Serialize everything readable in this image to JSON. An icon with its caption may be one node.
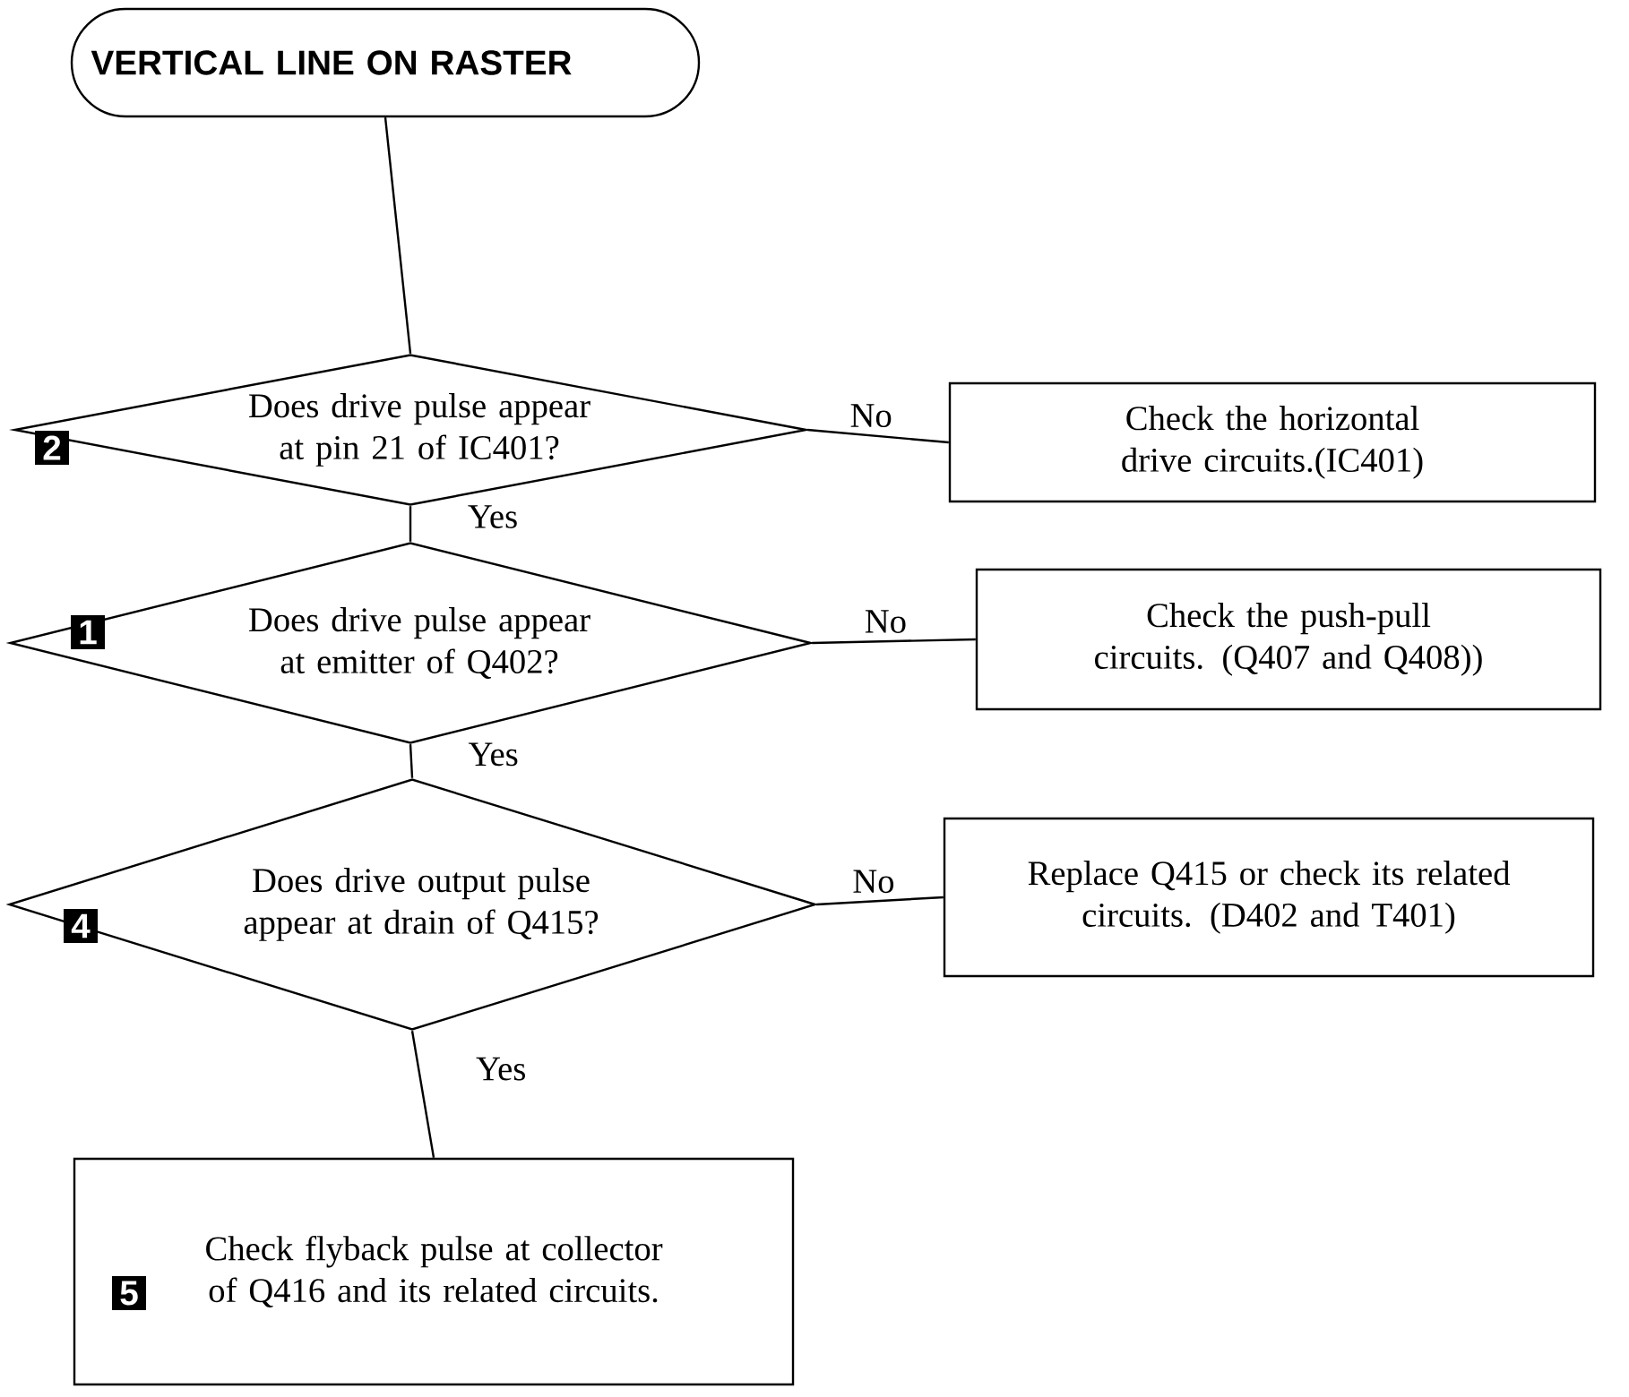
{
  "diagram": {
    "nodes": [
      {
        "text": [
          "VERTICAL LINE ON RASTER"
        ]
      },
      {
        "text": [
          "2",
          "Does drive pulse appear at pin 21 of IC401?"
        ]
      },
      {
        "text": [
          "Check the horizontal drive circuits.(IC401)"
        ]
      },
      {
        "text": [
          "1",
          "Does drive pulse appear at emitter of Q402?"
        ]
      },
      {
        "text": [
          "Check the push-pull circuits. (Q407 and Q408))"
        ]
      },
      {
        "text": [
          "4",
          "Does drive output pulse appear at drain of Q415?"
        ]
      },
      {
        "text": [
          "Replace Q415 or check its related circuits. (D402 and T401)"
        ]
      },
      {
        "text": [
          "5",
          "Check flyback pulse at collector of Q416 and its related circuits."
        ]
      }
    ],
    "edges": [
      {
        "from": 0,
        "to": 1,
        "arrow": "none"
      },
      {
        "from": 1,
        "to": 2,
        "arrow": "none",
        "label": "No"
      },
      {
        "from": 1,
        "to": 3,
        "arrow": "none",
        "label": "Yes"
      },
      {
        "from": 3,
        "to": 4,
        "arrow": "none",
        "label": "No"
      },
      {
        "from": 3,
        "to": 5,
        "arrow": "none",
        "label": "Yes"
      },
      {
        "from": 5,
        "to": 6,
        "arrow": "none",
        "label": "No"
      },
      {
        "from": 5,
        "to": 7,
        "arrow": "none",
        "label": "Yes"
      }
    ]
  }
}
